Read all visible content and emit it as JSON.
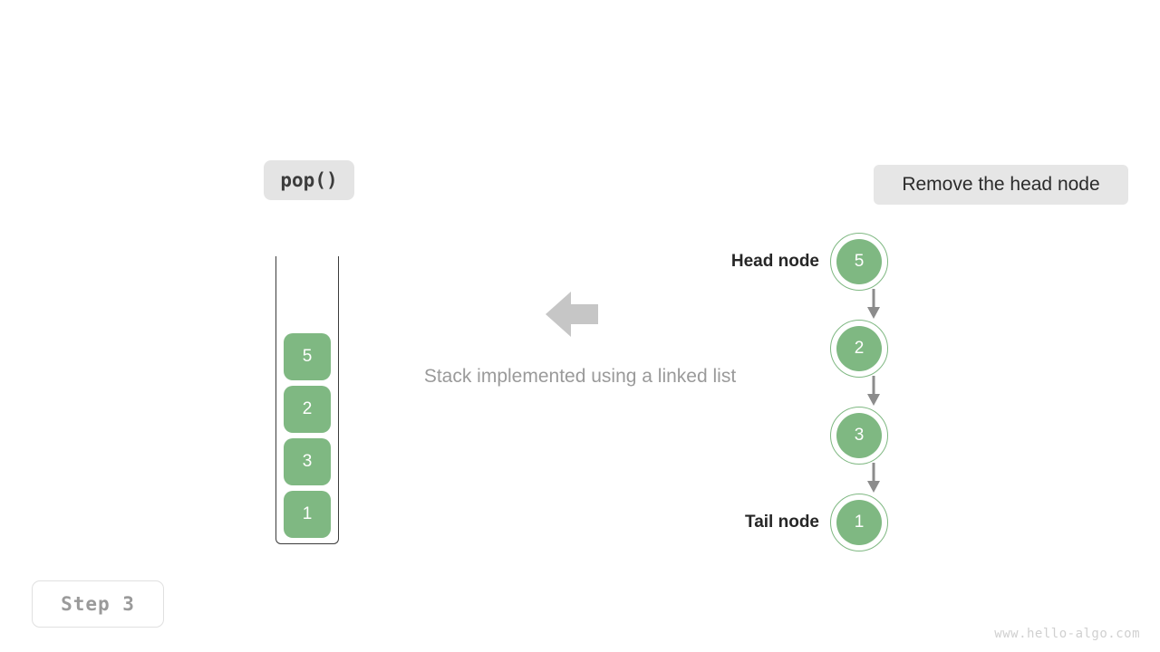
{
  "operation": {
    "label": "pop()"
  },
  "description": {
    "label": "Remove the head node"
  },
  "step": {
    "label": "Step 3"
  },
  "watermark": {
    "text": "www.hello-algo.com"
  },
  "caption": {
    "text": "Stack implemented using a linked list"
  },
  "stack": {
    "items": [
      {
        "value": "5"
      },
      {
        "value": "2"
      },
      {
        "value": "3"
      },
      {
        "value": "1"
      }
    ]
  },
  "linked_list": {
    "nodes": [
      {
        "value": "5",
        "label": "Head node"
      },
      {
        "value": "2",
        "label": ""
      },
      {
        "value": "3",
        "label": ""
      },
      {
        "value": "1",
        "label": "Tail node"
      }
    ]
  },
  "colors": {
    "node_green": "#7fb882",
    "badge_gray": "#e4e4e4",
    "arrow_gray": "#c6c6c6",
    "connector_gray": "#8c8c8c",
    "text_dark": "#262626",
    "text_muted": "#9a9a9a"
  }
}
